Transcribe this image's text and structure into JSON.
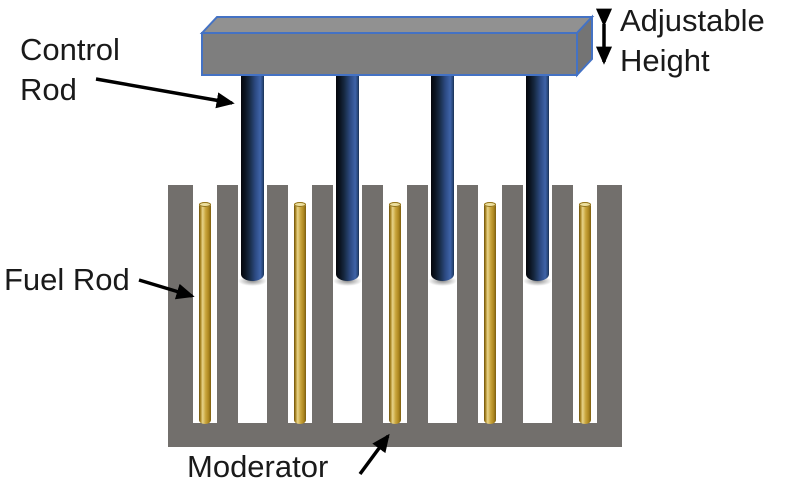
{
  "labels": {
    "control_rod": "Control Rod",
    "fuel_rod": "Fuel Rod",
    "moderator": "Moderator",
    "adjustable_height": "Adjustable Height"
  },
  "counts": {
    "control_rods": 4,
    "fuel_rods": 5
  },
  "colors": {
    "background": "#ffffff",
    "text": "#1a1a1a",
    "arrow": "#000000",
    "moderator_gray": "#726f6c",
    "beam_front_gray": "#7e7e7e",
    "beam_top_gray": "#919191",
    "beam_side_gray": "#747474",
    "beam_border_blue": "#4472c4",
    "control_rod_blue": "#2c4a82",
    "fuel_rod_gold": "#c9a53c",
    "fuel_rod_highlight": "#e8d48a",
    "fuel_rod_dark": "#6b500e"
  }
}
